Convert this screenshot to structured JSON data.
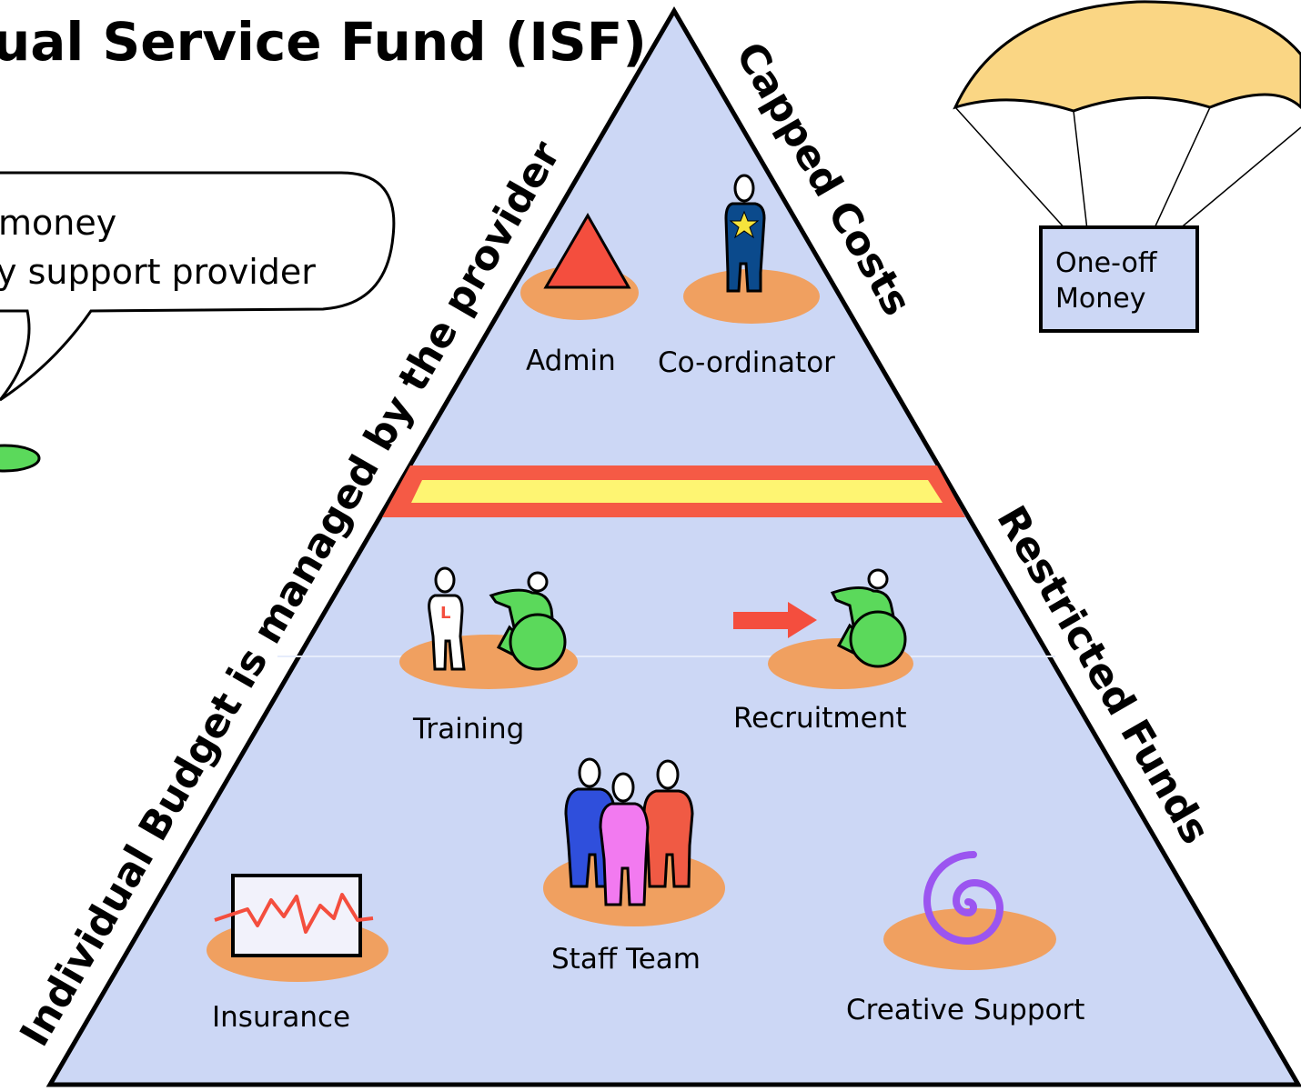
{
  "title": "ual Service Fund (ISF)",
  "speech_bubble": {
    "line1": "money",
    "line2": "y support provider"
  },
  "side_labels": {
    "left": "Individual Budget is managed by the provider",
    "right_top": "Capped Costs",
    "right_bottom": "Restricted Funds"
  },
  "items": {
    "admin": "Admin",
    "coordinator": "Co-ordinator",
    "training": "Training",
    "recruitment": "Recruitment",
    "staff_team": "Staff Team",
    "insurance": "Insurance",
    "creative_support": "Creative Support"
  },
  "one_off_box": {
    "line1": "One-off",
    "line2": "Money"
  },
  "colors": {
    "pyramid_fill": "#ccd7f5",
    "platform": "#f0a060",
    "divider_outer": "#f55a45",
    "divider_inner": "#fef572",
    "parachute": "#fad684",
    "triangle_icon": "#f44e3e",
    "coordinator_body": "#0b4a8c",
    "star": "#f6e33c",
    "wheelchair_user": "#5bd95b",
    "arrow": "#f44e3e",
    "staff_blue": "#2f4fdc",
    "staff_pink": "#f27af0",
    "staff_red": "#f05a44",
    "spiral": "#9b55f0",
    "box_fill": "#ccd7f5"
  }
}
